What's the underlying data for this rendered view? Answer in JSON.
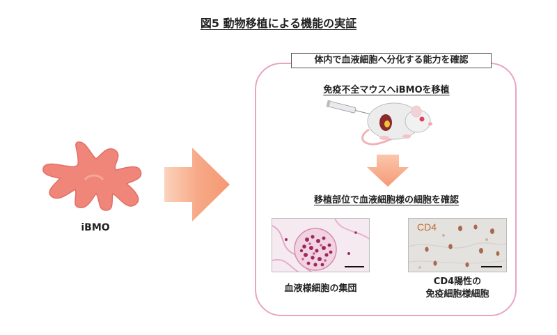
{
  "title": "図5  動物移植による機能の実証",
  "left": {
    "label": "iBMO"
  },
  "panel": {
    "header": "体内で血液細胞へ分化する能力を確認",
    "step1": "免疫不全マウスへiBMOを移植",
    "step2": "移植部位で血液細胞様の細胞を確認",
    "image_left_caption": "血液様細胞の集団",
    "image_right_label": "CD4",
    "image_right_caption_line1": "CD4陽性の",
    "image_right_caption_line2": "免疫細胞様細胞"
  },
  "colors": {
    "organoid": "#f0857a",
    "arrow": "#f6a07e",
    "panel_border": "#e9a3c3",
    "down_arrow": "#f5a47f",
    "cd4_label": "#c0682e"
  },
  "icons": [
    "organoid-shape",
    "right-arrow",
    "mouse-injection-illustration",
    "down-arrow",
    "he-stain-micrograph",
    "cd4-ihc-micrograph"
  ]
}
